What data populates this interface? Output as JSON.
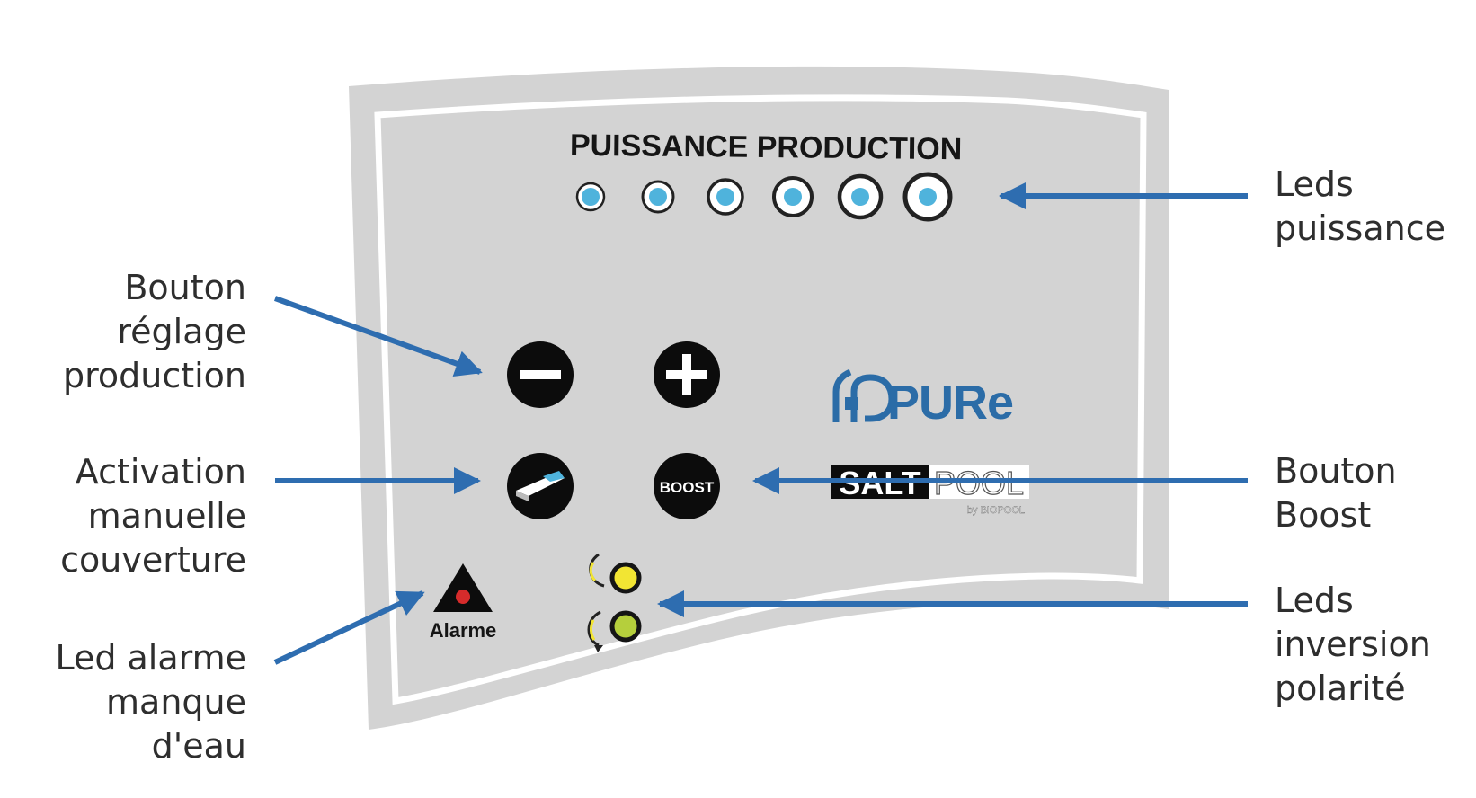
{
  "panel": {
    "title": "PUISSANCE PRODUCTION",
    "alarm_label": "Alarme",
    "boost_label": "BOOST",
    "brand_pure": "PURe",
    "brand_salt": "SALT",
    "brand_pool": "POOL",
    "brand_by": "by BIOPOOL"
  },
  "power_leds": {
    "count": 6,
    "color": "#4fb3dc"
  },
  "polarity_leds": {
    "top_color": "#f2e533",
    "bottom_color": "#b5cf3c"
  },
  "alarm_led_color": "#d62b2b",
  "accent_color": "#2e6db0",
  "callouts": {
    "leds_puissance": [
      "Leds",
      "puissance"
    ],
    "bouton_reglage": [
      "Bouton",
      "réglage",
      "production"
    ],
    "activation_couverture": [
      "Activation",
      "manuelle",
      "couverture"
    ],
    "led_alarme": [
      "Led alarme",
      "manque",
      "d'eau"
    ],
    "bouton_boost": [
      "Bouton",
      "Boost"
    ],
    "leds_inversion": [
      "Leds",
      "inversion",
      "polarité"
    ]
  }
}
